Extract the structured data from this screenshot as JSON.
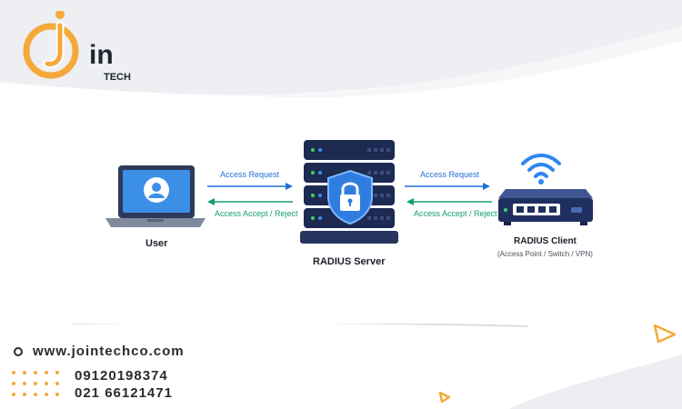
{
  "brand": {
    "logo_letter": "J",
    "logo_text": "in",
    "logo_subtext": "TECH"
  },
  "diagram": {
    "user_label": "User",
    "server_label": "RADIUS Server",
    "client_label": "RADIUS Client",
    "client_sublabel": "(Access Point / Switch / VPN)",
    "left_request": "Access Request",
    "left_response": "Access Accept / Reject",
    "right_request": "Access Request",
    "right_response": "Access Accept / Reject"
  },
  "contact": {
    "website": "www.jointechco.com",
    "phone_1": "09120198374",
    "phone_2": "021 66121471"
  },
  "colors": {
    "brand_orange": "#f4a93a",
    "request_blue": "#1f6fd6",
    "response_green": "#139d74",
    "server_navy": "#1d2a52"
  },
  "icons": [
    "user-avatar-icon",
    "laptop-icon",
    "server-rack-icon",
    "lock-shield-icon",
    "wifi-icon",
    "router-icon"
  ]
}
